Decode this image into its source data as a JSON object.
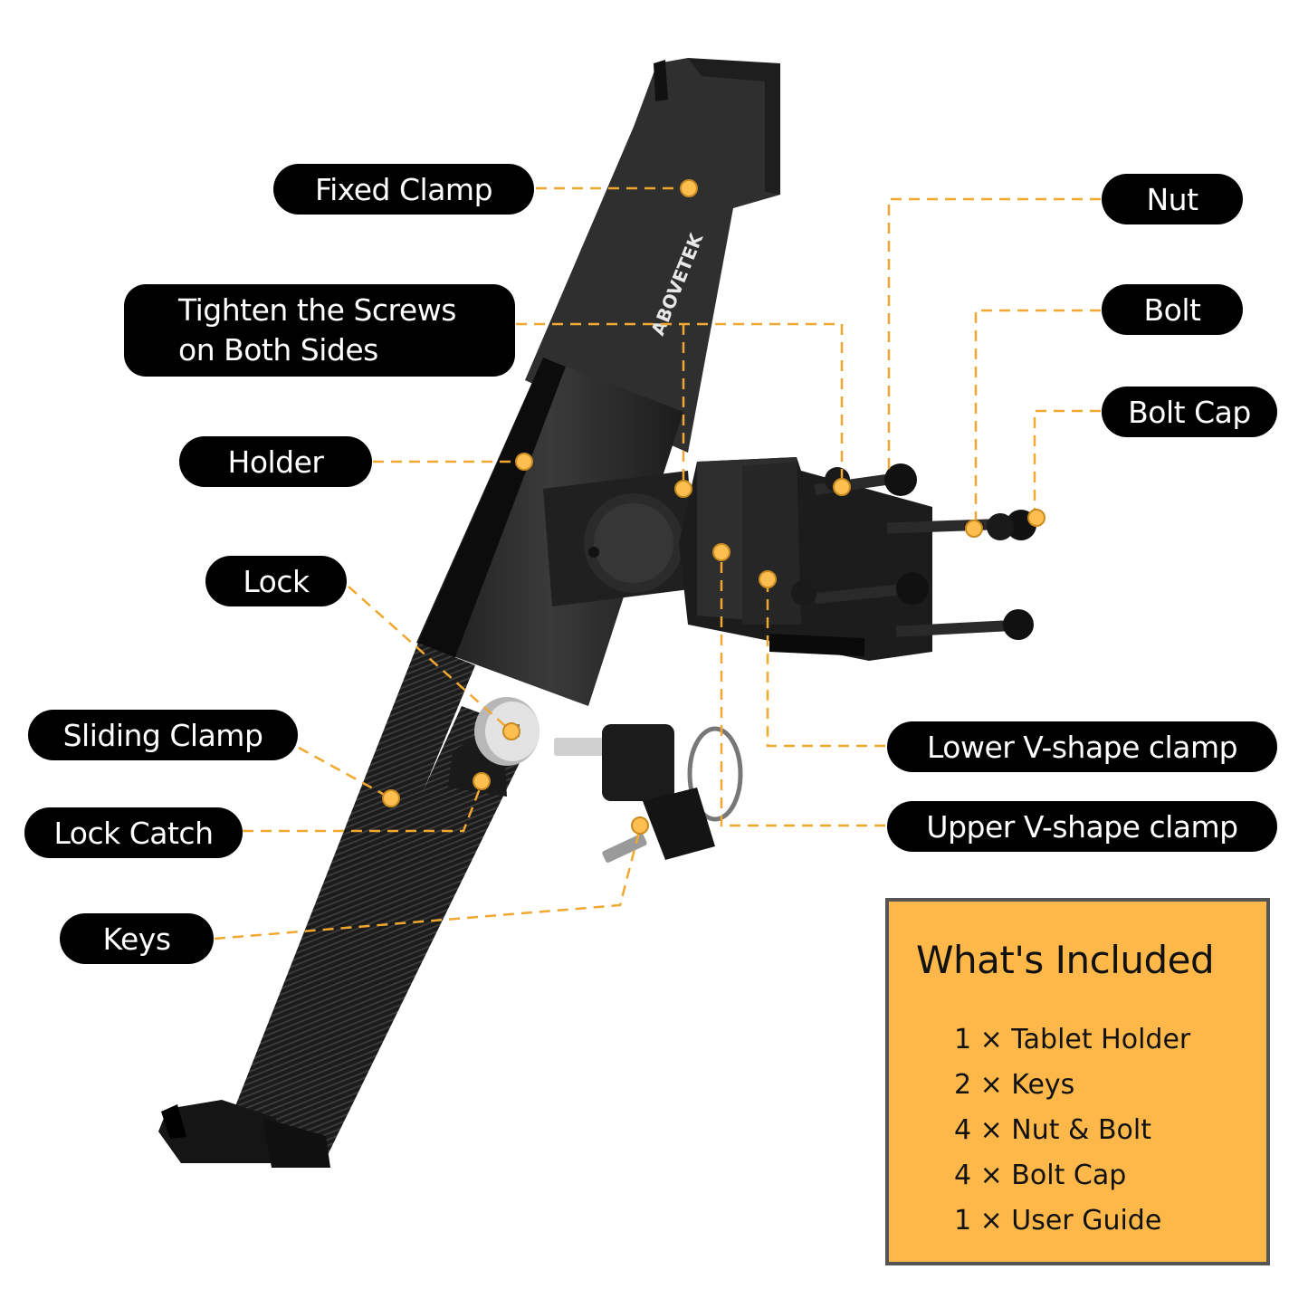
{
  "product": {
    "brand_mark": "ABOVETEK",
    "colors": {
      "background": "#ffffff",
      "label_bg": "#000000",
      "label_text": "#ffffff",
      "leader_line": "#f0a830",
      "marker_dot": "#fdbf4f",
      "included_bg": "#fdb849",
      "included_border": "#555555",
      "holder_body": "#2b2b2b"
    }
  },
  "labels": {
    "fixed_clamp": "Fixed Clamp",
    "tighten_line1": "Tighten the Screws",
    "tighten_line2": "on Both Sides",
    "holder": "Holder",
    "lock": "Lock",
    "sliding_clamp": "Sliding Clamp",
    "lock_catch": "Lock Catch",
    "keys": "Keys",
    "nut": "Nut",
    "bolt": "Bolt",
    "bolt_cap": "Bolt Cap",
    "lower_v_clamp": "Lower V-shape clamp",
    "upper_v_clamp": "Upper V-shape clamp"
  },
  "whats_included": {
    "title": "What's Included",
    "items": [
      "1 × Tablet Holder",
      "2 × Keys",
      "4 × Nut & Bolt",
      "4 × Bolt Cap",
      "1 × User Guide"
    ]
  }
}
